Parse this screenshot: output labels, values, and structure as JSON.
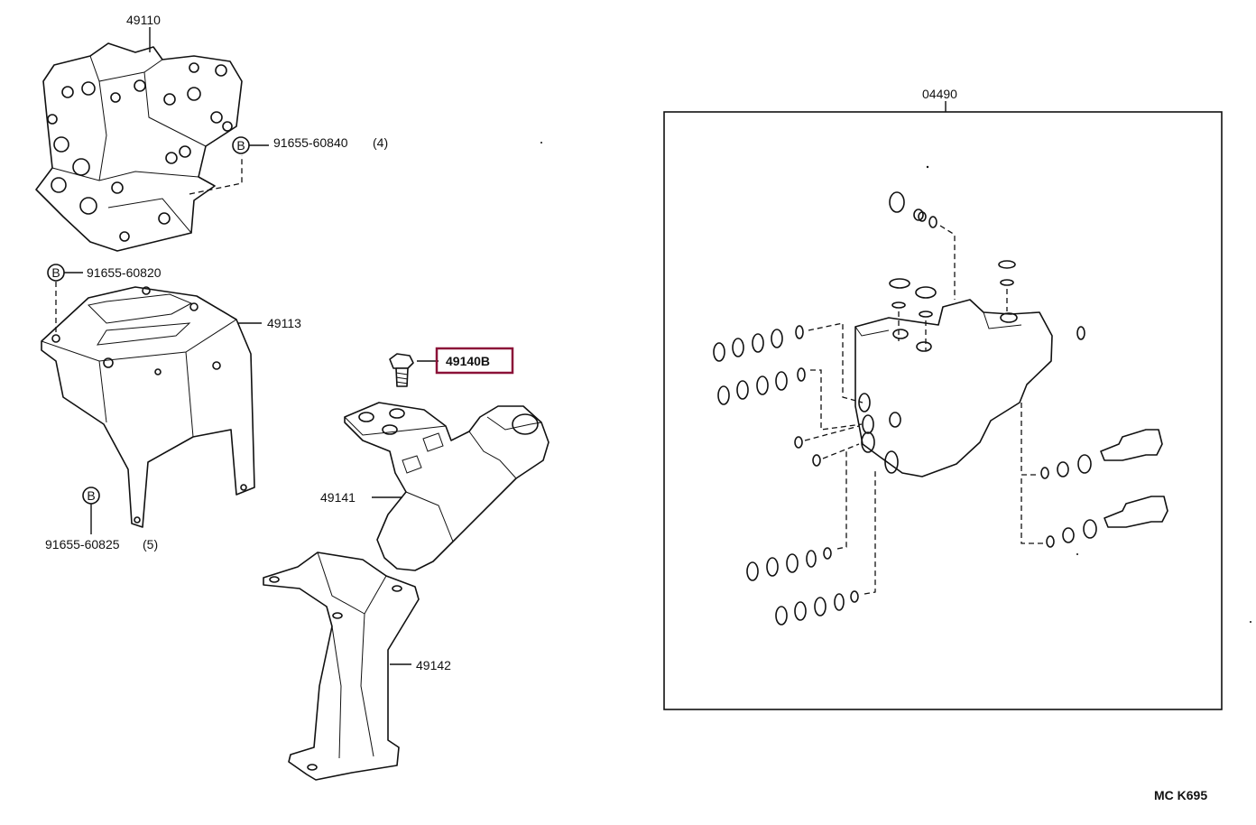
{
  "parts": {
    "p49110": "49110",
    "p49113": "49113",
    "p49140b": "49140B",
    "p49141": "49141",
    "p49142": "49142",
    "p04490": "04490"
  },
  "bolts": {
    "b1": {
      "marker": "B",
      "number": "91655-60840",
      "qty": "(4)"
    },
    "b2": {
      "marker": "B",
      "number": "91655-60820"
    },
    "b3": {
      "marker": "B",
      "number": "91655-60825",
      "qty": "(5)"
    }
  },
  "footer": {
    "code": "MC K695"
  },
  "colors": {
    "highlight": "#8b1238",
    "line": "#111111"
  }
}
